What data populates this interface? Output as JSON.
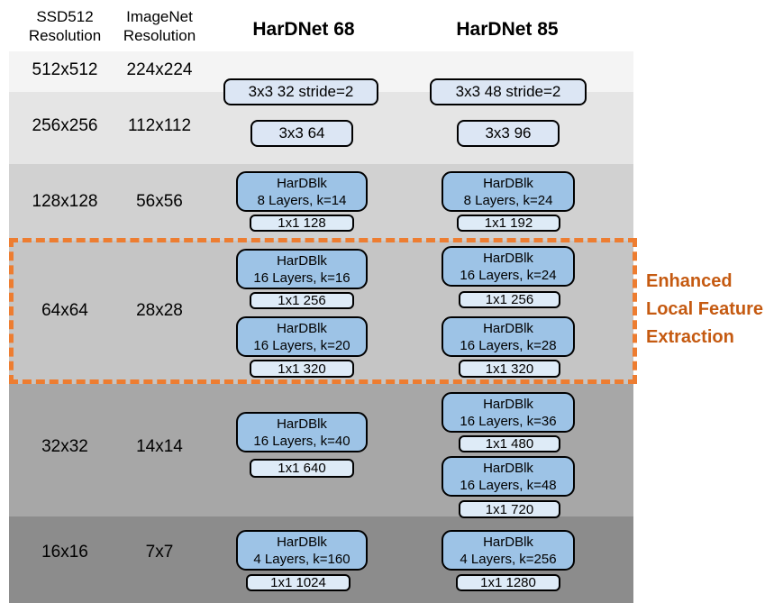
{
  "header": {
    "ssd_col": "SSD512 Resolution",
    "imagenet_col": "ImageNet Resolution",
    "hardnet68": "HarDNet 68",
    "hardnet85": "HarDNet 85"
  },
  "resolution_rows": [
    {
      "ssd": "512x512",
      "imagenet": "224x224"
    },
    {
      "ssd": "256x256",
      "imagenet": "112x112"
    },
    {
      "ssd": "128x128",
      "imagenet": "56x56"
    },
    {
      "ssd": "64x64",
      "imagenet": "28x28"
    },
    {
      "ssd": "32x32",
      "imagenet": "14x14"
    },
    {
      "ssd": "16x16",
      "imagenet": "7x7"
    }
  ],
  "hardnet68": {
    "stem_conv1": "3x3  32  stride=2",
    "stem_conv2": "3x3  64",
    "stage3_block": {
      "title": "HarDBlk",
      "detail": "8 Layers,  k=14"
    },
    "stage3_trans": "1x1 128",
    "stage4_block1": {
      "title": "HarDBlk",
      "detail": "16 Layers,  k=16"
    },
    "stage4_trans1": "1x1 256",
    "stage4_block2": {
      "title": "HarDBlk",
      "detail": "16 Layers,  k=20"
    },
    "stage4_trans2": "1x1 320",
    "stage5_block": {
      "title": "HarDBlk",
      "detail": "16 Layers,  k=40"
    },
    "stage5_trans": "1x1 640",
    "stage6_block": {
      "title": "HarDBlk",
      "detail": "4 Layers,  k=160"
    },
    "stage6_trans": "1x1 1024"
  },
  "hardnet85": {
    "stem_conv1": "3x3  48  stride=2",
    "stem_conv2": "3x3  96",
    "stage3_block": {
      "title": "HarDBlk",
      "detail": "8 Layers,  k=24"
    },
    "stage3_trans": "1x1 192",
    "stage4_block1": {
      "title": "HarDBlk",
      "detail": "16 Layers,  k=24"
    },
    "stage4_trans1": "1x1 256",
    "stage4_block2": {
      "title": "HarDBlk",
      "detail": "16 Layers,  k=28"
    },
    "stage4_trans2": "1x1 320",
    "stage5_block1": {
      "title": "HarDBlk",
      "detail": "16 Layers,  k=36"
    },
    "stage5_trans1": "1x1 480",
    "stage5_block2": {
      "title": "HarDBlk",
      "detail": "16 Layers,  k=48"
    },
    "stage5_trans2": "1x1 720",
    "stage6_block": {
      "title": "HarDBlk",
      "detail": "4 Layers,  k=256"
    },
    "stage6_trans": "1x1 1280"
  },
  "annotation": {
    "text": "Enhanced Local Feature Extraction"
  },
  "colors": {
    "hardblk_fill": "#9DC3E6",
    "conv_fill": "#DCE6F4",
    "trans_fill": "#DEEBF7",
    "highlight_dash": "#ED7D31",
    "annotation_text": "#C55A11",
    "row_shades": [
      "#F4F4F4",
      "#E5E5E5",
      "#D1D1D1",
      "#C5C5C5",
      "#A7A7A7",
      "#8C8C8C"
    ]
  }
}
